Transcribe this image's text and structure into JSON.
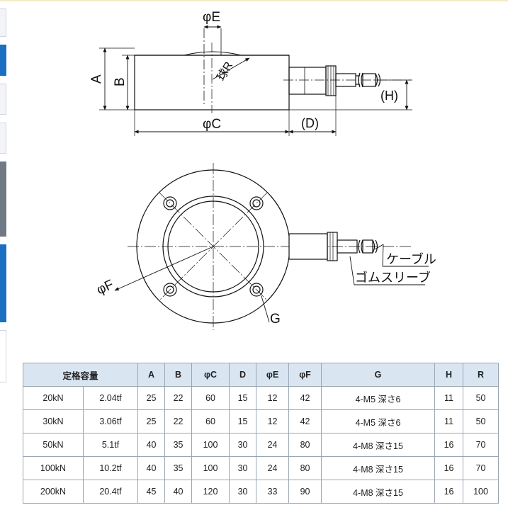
{
  "drawing": {
    "side_view": {
      "label_phiE": "φE",
      "label_A": "A",
      "label_B": "B",
      "label_R": "球R",
      "label_phiC": "φC",
      "label_D": "(D)",
      "label_H": "(H)"
    },
    "top_view": {
      "label_phiF": "φF",
      "label_G": "G",
      "label_cable": "ケーブル",
      "label_sleeve": "ゴムスリーブ"
    }
  },
  "table": {
    "headers": [
      "定格容量",
      "A",
      "B",
      "φC",
      "D",
      "φE",
      "φF",
      "G",
      "H",
      "R"
    ],
    "rows": [
      [
        "20kN",
        "2.04tf",
        "25",
        "22",
        "60",
        "15",
        "12",
        "42",
        "4-M5 深さ6",
        "11",
        "50"
      ],
      [
        "30kN",
        "3.06tf",
        "25",
        "22",
        "60",
        "15",
        "12",
        "42",
        "4-M5 深さ6",
        "11",
        "50"
      ],
      [
        "50kN",
        "5.1tf",
        "40",
        "35",
        "100",
        "30",
        "24",
        "80",
        "4-M8 深さ15",
        "16",
        "70"
      ],
      [
        "100kN",
        "10.2tf",
        "40",
        "35",
        "100",
        "30",
        "24",
        "80",
        "4-M8 深さ15",
        "16",
        "70"
      ],
      [
        "200kN",
        "20.4tf",
        "45",
        "40",
        "120",
        "30",
        "33",
        "90",
        "4-M8 深さ15",
        "16",
        "100"
      ]
    ]
  }
}
